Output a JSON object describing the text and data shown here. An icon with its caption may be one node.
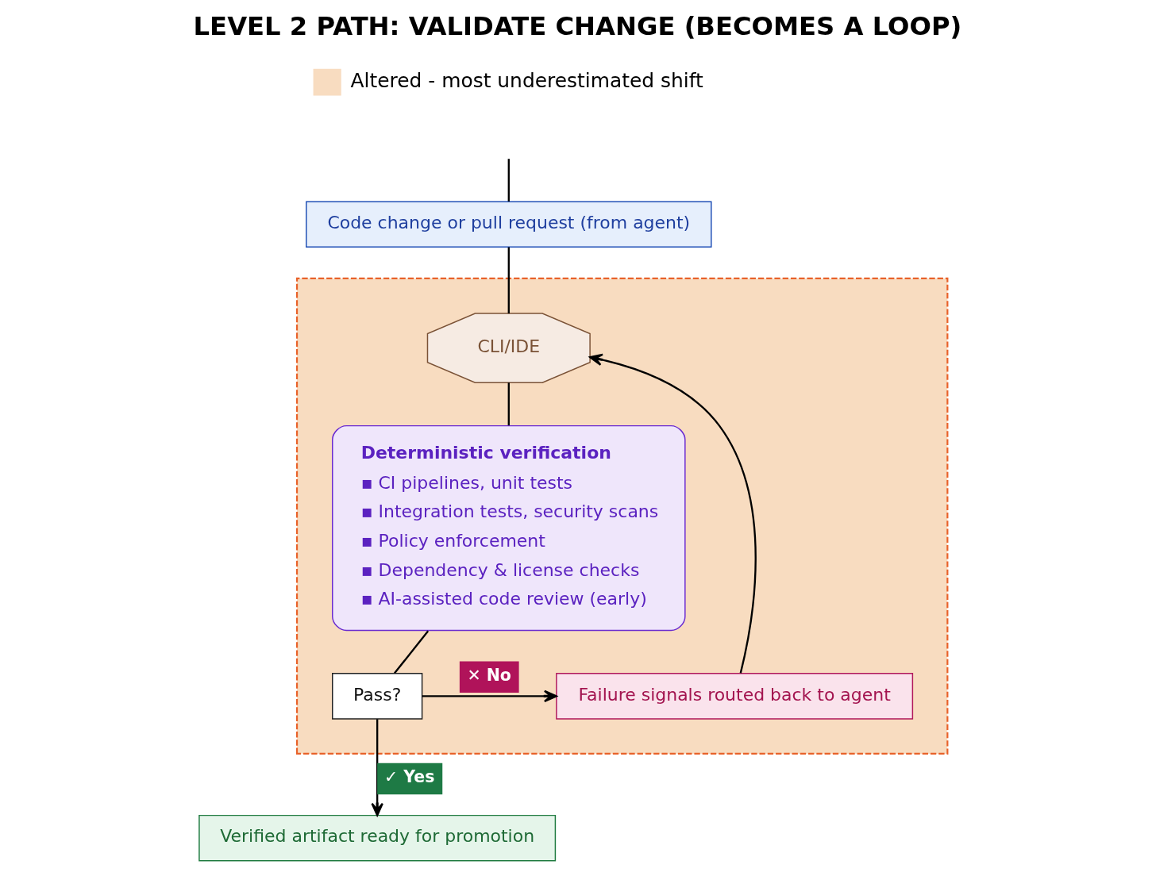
{
  "diagram": {
    "title": "LEVEL 2 PATH: VALIDATE CHANGE (BECOMES A LOOP)",
    "nodes": [
      {
        "text": [
          "Code change or pull request (from agent)"
        ]
      },
      {
        "text": [],
        "shape": "box"
      },
      {
        "text": [
          "CLI/IDE"
        ],
        "in": 1
      },
      {
        "text": [
          "Deterministic verification",
          "▪ CI pipelines, unit tests",
          "▪ Integration tests, security scans",
          "▪ Policy enforcement",
          "▪ Dependency & license checks",
          "▪ AI-assisted code review (early)"
        ],
        "in": 1
      },
      {
        "text": [
          "Pass?"
        ],
        "in": 1
      },
      {
        "text": [
          "Failure signals routed back to agent"
        ],
        "in": 1
      },
      {
        "text": [
          "Verified artifact ready for promotion"
        ]
      }
    ],
    "edges": [
      {
        "from": null,
        "to": 0,
        "arrow": "none"
      },
      {
        "from": 0,
        "to": 2,
        "arrow": "none"
      },
      {
        "from": 2,
        "to": 3,
        "arrow": "none"
      },
      {
        "from": 3,
        "to": 4,
        "arrow": "none"
      },
      {
        "from": 4,
        "to": 5,
        "arrow": "to",
        "label": "✕ No"
      },
      {
        "from": 5,
        "to": 2,
        "arrow": "to"
      },
      {
        "from": 4,
        "to": 6,
        "arrow": "to",
        "label": "✓ Yes"
      }
    ],
    "legend": [
      {
        "text": "Altered - most underestimated shift",
        "color": "#f8dcc0"
      }
    ]
  }
}
